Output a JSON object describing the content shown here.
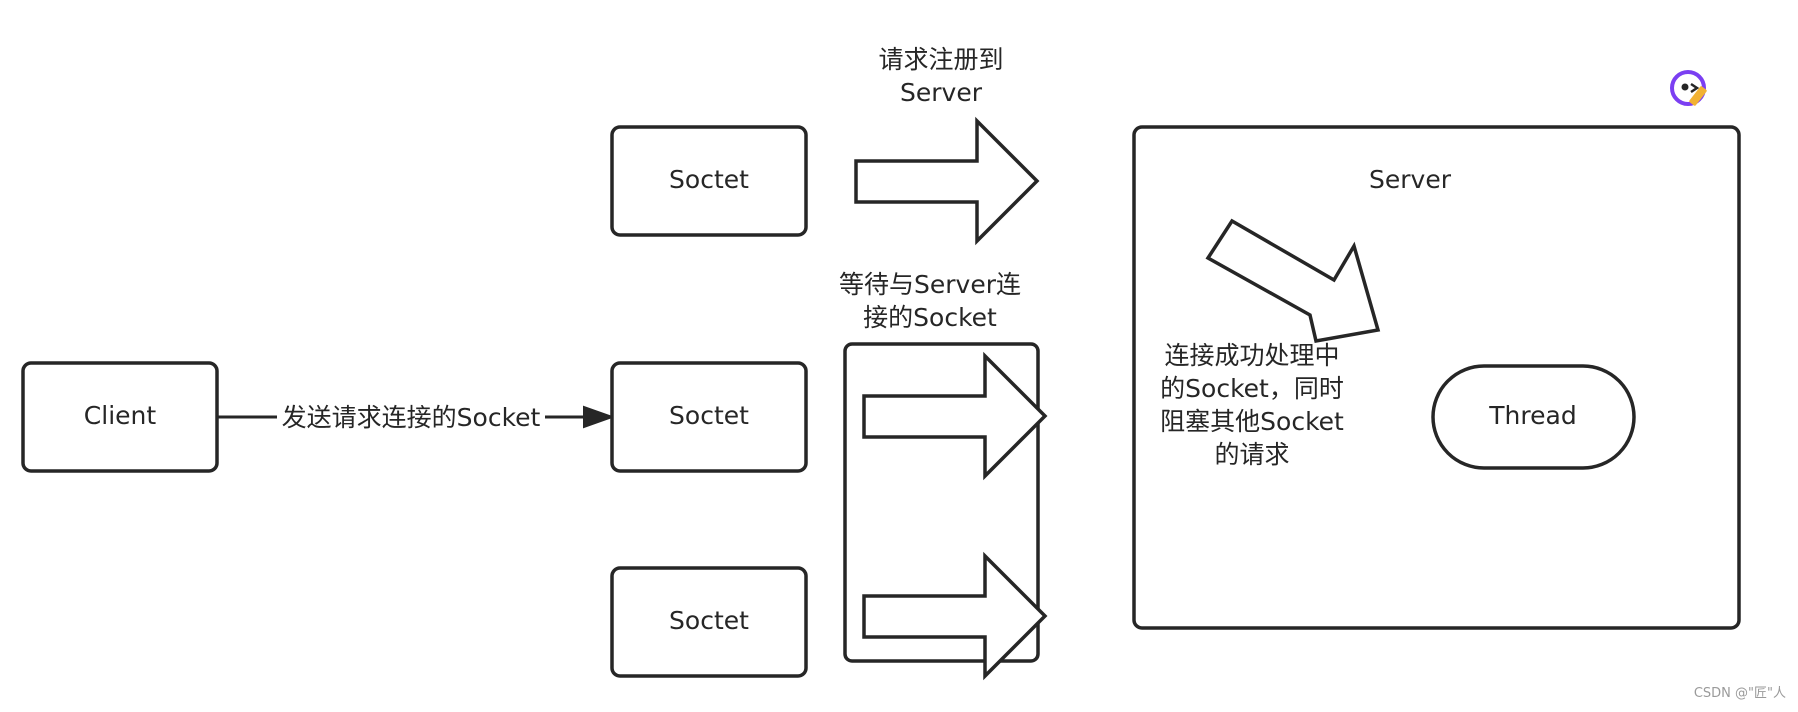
{
  "nodes": {
    "client": "Client",
    "socket_top": "Soctet",
    "socket_middle": "Soctet",
    "socket_bottom": "Soctet",
    "server": "Server",
    "thread": "Thread"
  },
  "labels": {
    "send_request": "发送请求连接的Socket",
    "register_line1": "请求注册到",
    "register_line2": "Server",
    "waiting_line1": "等待与Server连",
    "waiting_line2": "接的Socket",
    "processing_line1": "连接成功处理中",
    "processing_line2": "的Socket，同时",
    "processing_line3": "阻塞其他Socket",
    "processing_line4": "的请求"
  },
  "watermark": "CSDN @\"匠\"人",
  "colors": {
    "stroke": "#262626",
    "background": "#ffffff",
    "watermark": "#9a9a9a",
    "logo_ring": "#7b3ff2",
    "logo_pencil": "#f2b233"
  }
}
